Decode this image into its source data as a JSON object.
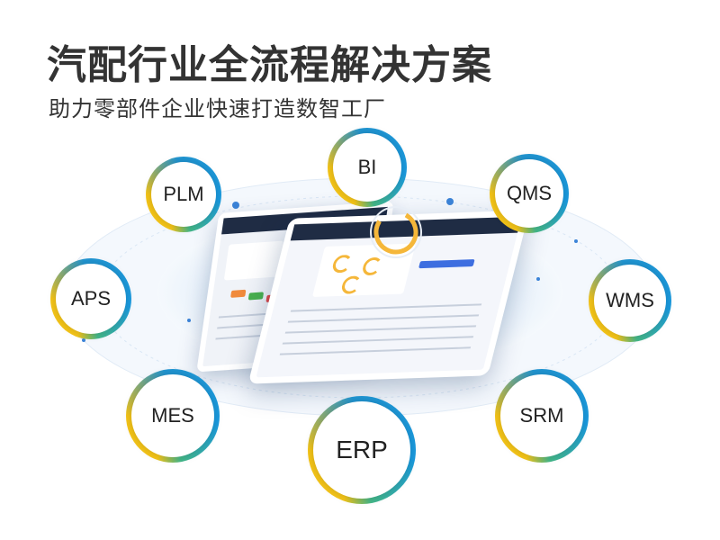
{
  "header": {
    "title": "汽配行业全流程解决方案",
    "subtitle": "助力零部件企业快速打造数智工厂"
  },
  "nodes": {
    "bi": "BI",
    "plm": "PLM",
    "qms": "QMS",
    "aps": "APS",
    "wms": "WMS",
    "mes": "MES",
    "srm": "SRM",
    "erp": "ERP"
  },
  "colors": {
    "ring_yellow": "#f5c518",
    "ring_blue": "#2196d3",
    "ring_green": "#44b889",
    "halo": "#dbeaf8"
  }
}
